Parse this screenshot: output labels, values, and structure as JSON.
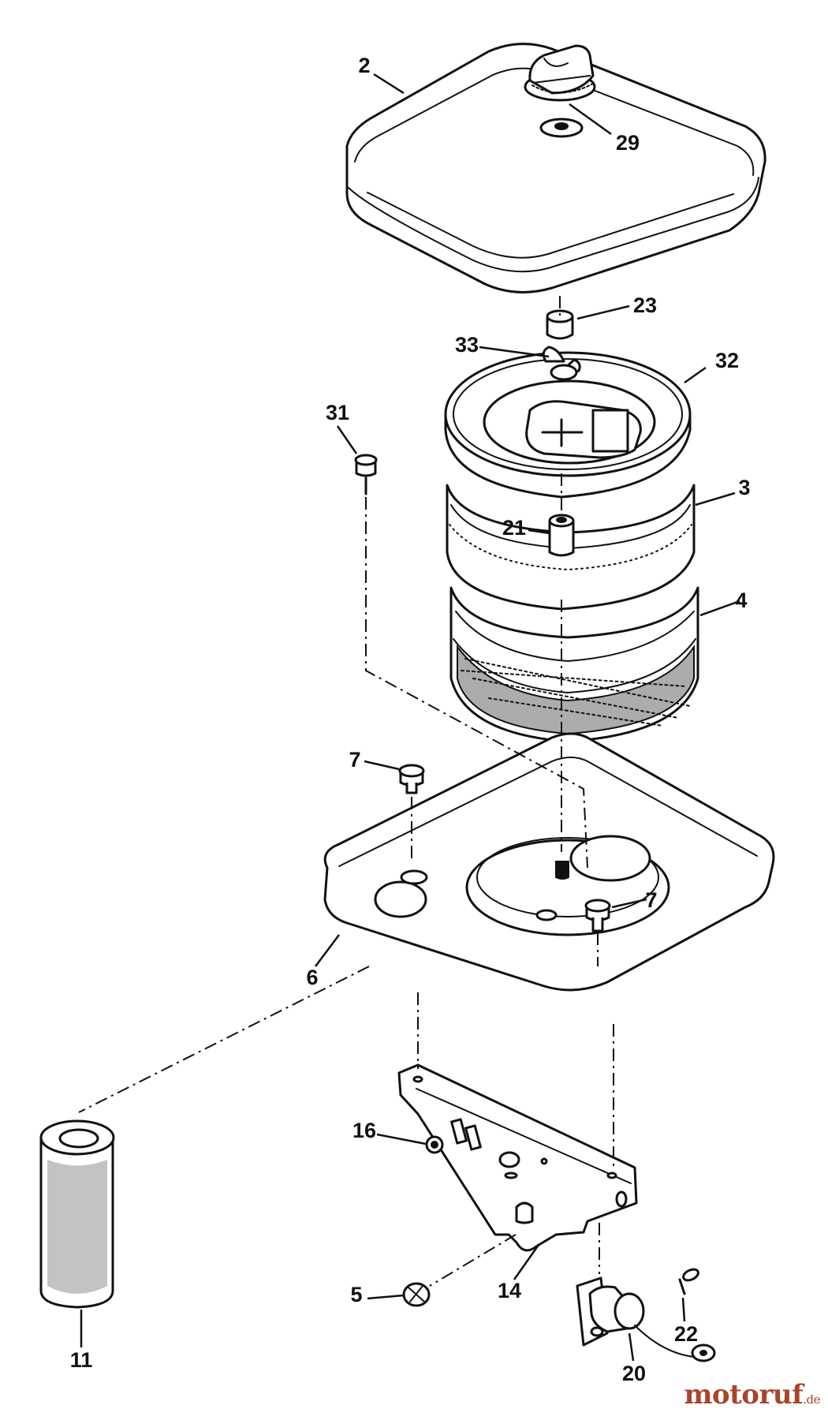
{
  "callouts": [
    {
      "id": "c2",
      "text": "2"
    },
    {
      "id": "c29",
      "text": "29"
    },
    {
      "id": "c23",
      "text": "23"
    },
    {
      "id": "c33",
      "text": "33"
    },
    {
      "id": "c32",
      "text": "32"
    },
    {
      "id": "c31",
      "text": "31"
    },
    {
      "id": "c3",
      "text": "3"
    },
    {
      "id": "c21",
      "text": "21"
    },
    {
      "id": "c4",
      "text": "4"
    },
    {
      "id": "c7a",
      "text": "7"
    },
    {
      "id": "c7b",
      "text": "7"
    },
    {
      "id": "c6",
      "text": "6"
    },
    {
      "id": "c16",
      "text": "16"
    },
    {
      "id": "c14",
      "text": "14"
    },
    {
      "id": "c5",
      "text": "5"
    },
    {
      "id": "c11",
      "text": "11"
    },
    {
      "id": "c22",
      "text": "22"
    },
    {
      "id": "c20",
      "text": "20"
    }
  ],
  "watermark": {
    "brand": "motoruf",
    "tld": ".de",
    "color": "#a8452a"
  }
}
